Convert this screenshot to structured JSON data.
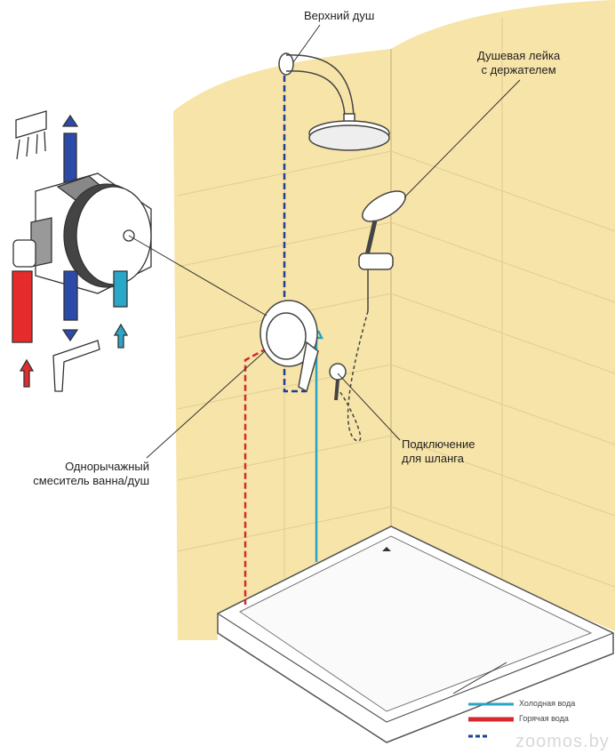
{
  "labels": {
    "top_shower": "Верхний душ",
    "hand_shower_line1": "Душевая лейка",
    "hand_shower_line2": "с держателем",
    "hose_line1": "Подключение",
    "hose_line2": "для шланга",
    "mixer_line1": "Однорычажный",
    "mixer_line2": "смеситель ванна/душ"
  },
  "legend": {
    "cold": "Холодная вода",
    "hot": "Горячая вода"
  },
  "watermark": "zoomos.by",
  "colors": {
    "wall": "#f7e4a8",
    "cold": "#27a3c4",
    "hot": "#d9272e",
    "mixed": "#1f3f96"
  }
}
